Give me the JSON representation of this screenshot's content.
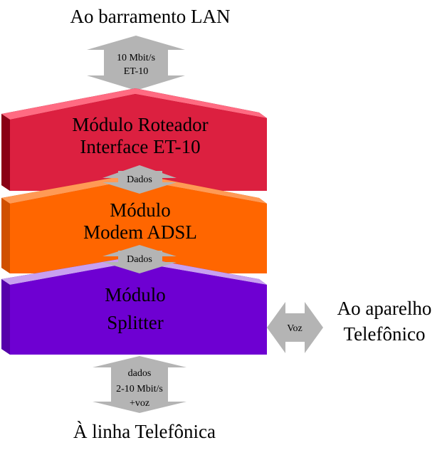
{
  "top_label": "Ao barramento LAN",
  "top_arrow": {
    "line1": "10 Mbit/s",
    "line2": "ET-10"
  },
  "modules": {
    "router": {
      "line1": "Módulo Roteador",
      "line2": "Interface ET-10",
      "color": "#dc2040"
    },
    "modem": {
      "line1": "Módulo",
      "line2": "Modem ADSL",
      "color": "#ff6600"
    },
    "splitter": {
      "line1": "Módulo",
      "line2": "Splitter",
      "color": "#6e00d2"
    }
  },
  "link_arrows": {
    "router_modem": "Dados",
    "modem_splitter": "Dados"
  },
  "voice_arrow": "Voz",
  "phone_label": {
    "line1": "Ao aparelho",
    "line2": "Telefônico"
  },
  "bottom_arrow": {
    "line1": "dados",
    "line2": "2-10 Mbit/s",
    "line3": "+voz"
  },
  "bottom_label": "À linha Telefônica",
  "colors": {
    "arrow_fill": "#b4b4b4"
  }
}
